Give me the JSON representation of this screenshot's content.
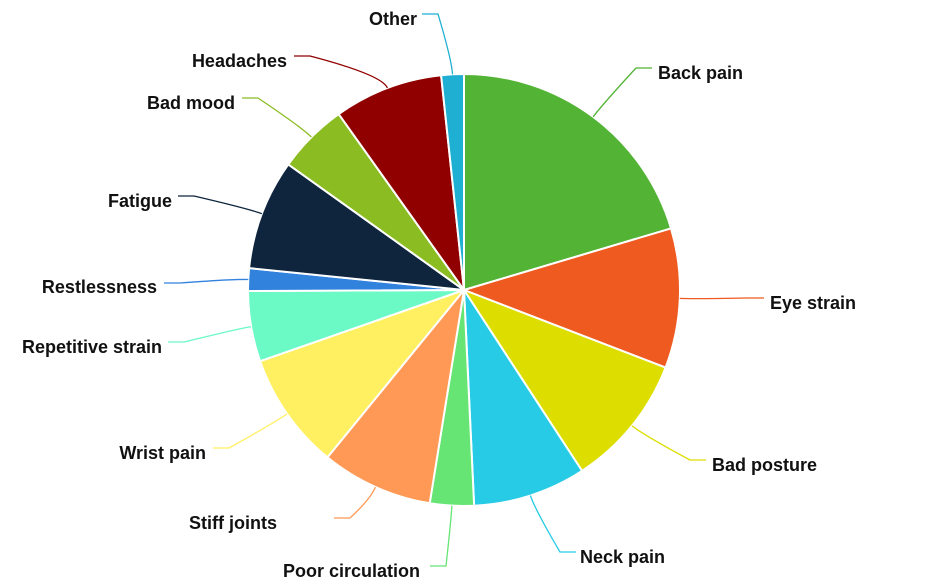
{
  "chart_data": {
    "type": "pie",
    "title": "",
    "legend": "none",
    "slices": [
      {
        "label": "Back pain",
        "value": 20.5,
        "color": "#52B334"
      },
      {
        "label": "Eye strain",
        "value": 10.5,
        "color": "#EE5A1F"
      },
      {
        "label": "Bad posture",
        "value": 10.0,
        "color": "#DDDE00"
      },
      {
        "label": "Neck pain",
        "value": 8.5,
        "color": "#27CBE6"
      },
      {
        "label": "Poor circulation",
        "value": 3.3,
        "color": "#66E474"
      },
      {
        "label": "Stiff joints",
        "value": 8.4,
        "color": "#FF9955"
      },
      {
        "label": "Wrist pain",
        "value": 8.8,
        "color": "#FFF062"
      },
      {
        "label": "Repetitive strain",
        "value": 5.3,
        "color": "#6BF9C5"
      },
      {
        "label": "Restlessness",
        "value": 1.7,
        "color": "#3182DD"
      },
      {
        "label": "Fatigue",
        "value": 8.3,
        "color": "#0E253D"
      },
      {
        "label": "Bad mood",
        "value": 5.3,
        "color": "#8BBC21"
      },
      {
        "label": "Headaches",
        "value": 8.2,
        "color": "#910000"
      },
      {
        "label": "Other",
        "value": 1.7,
        "color": "#1FAFD3"
      }
    ]
  }
}
